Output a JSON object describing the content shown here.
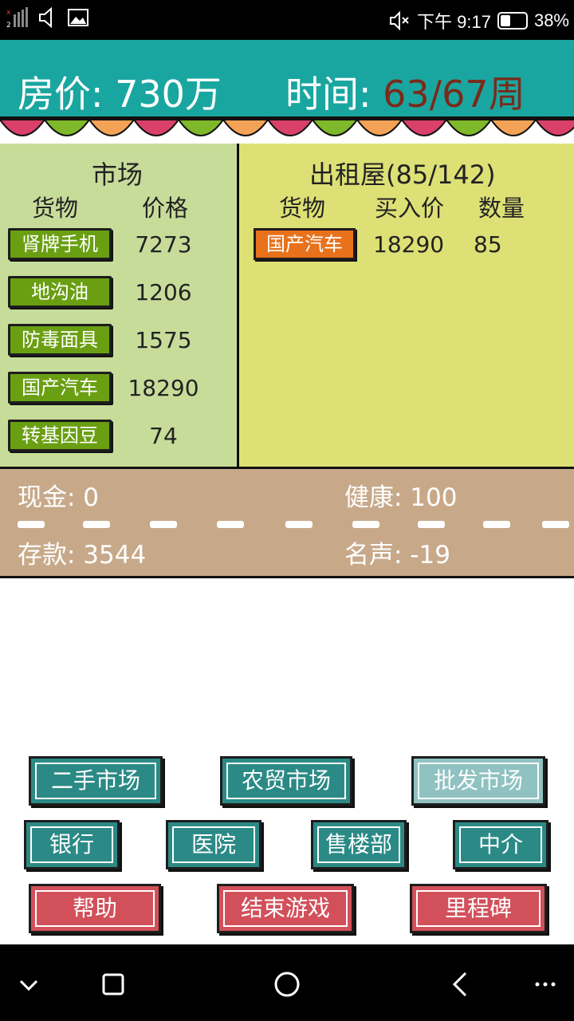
{
  "statusbar": {
    "time": "下午 9:17",
    "battery": "38%",
    "battery_level": 0.38
  },
  "header": {
    "price_label": "房价:",
    "price_value": "730万",
    "time_label": "时间:",
    "time_value": "63/67周"
  },
  "market": {
    "title": "市场",
    "col_goods": "货物",
    "col_price": "价格",
    "items": [
      {
        "name": "肾牌手机",
        "price": "7273"
      },
      {
        "name": "地沟油",
        "price": "1206"
      },
      {
        "name": "防毒面具",
        "price": "1575"
      },
      {
        "name": "国产汽车",
        "price": "18290"
      },
      {
        "name": "转基因豆",
        "price": "74"
      }
    ]
  },
  "rental": {
    "title": "出租屋(85/142)",
    "col_goods": "货物",
    "col_buy_price": "买入价",
    "col_quantity": "数量",
    "items": [
      {
        "name": "国产汽车",
        "buy_price": "18290",
        "quantity": "85"
      }
    ]
  },
  "stats": {
    "cash": "现金: 0",
    "health": "健康: 100",
    "savings": "存款: 3544",
    "reputation": "名声: -19"
  },
  "buttons": {
    "second_hand": "二手市场",
    "farm_market": "农贸市场",
    "wholesale": "批发市场",
    "bank": "银行",
    "hospital": "医院",
    "sales_office": "售楼部",
    "agency": "中介",
    "help": "帮助",
    "end_game": "结束游戏",
    "milestone": "里程碑"
  },
  "colors": {
    "header_bg": "#1aa6a0",
    "market_bg": "#c8dc9a",
    "rental_bg": "#dde075",
    "stats_bg": "#c7a98a",
    "goods_btn": "#6a9f12",
    "rent_btn": "#e8721c",
    "btn_teal": "#2b8a86",
    "btn_red": "#d2505a",
    "time_value": "#7a2a1a"
  }
}
